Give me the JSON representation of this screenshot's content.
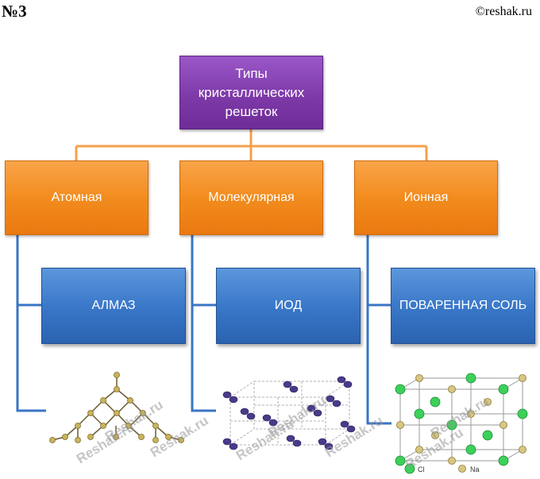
{
  "header": {
    "number": "№3",
    "copyright": "©reshak.ru"
  },
  "root": {
    "label": "Типы кристаллических решеток"
  },
  "categories": [
    {
      "label": "Атомная",
      "example": "АЛМАЗ"
    },
    {
      "label": "Молекулярная",
      "example": "ИОД"
    },
    {
      "label": "Ионная",
      "example": "ПОВАРЕННАЯ СОЛЬ"
    }
  ],
  "legend": {
    "cl": "Cl",
    "na": "Na"
  },
  "watermark": "Reshak.ru",
  "colors": {
    "root": "#7e3aa8",
    "category": "#f28c1e",
    "example": "#3a78c9",
    "connector_orange": "#f5a04a",
    "connector_blue": "#3a74c4"
  }
}
